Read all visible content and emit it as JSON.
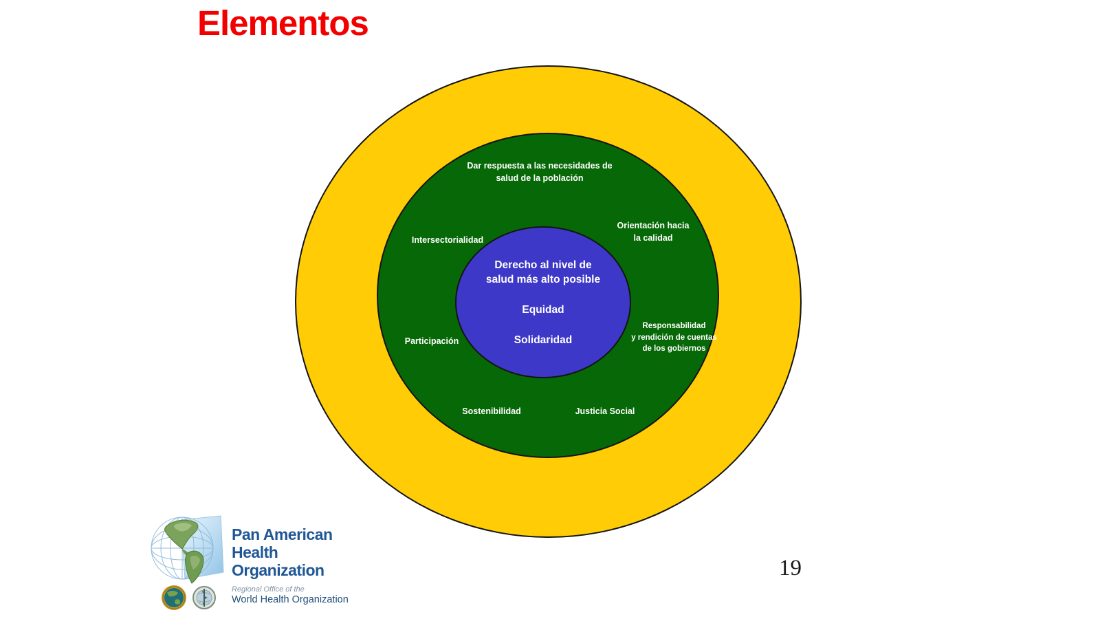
{
  "slide": {
    "title": "Elementos",
    "page_number": "19"
  },
  "colors": {
    "title_red": "#f20000",
    "outer_ring_yellow": "#ffcc05",
    "middle_ring_green": "#076807",
    "inner_circle_blue": "#3d38c7",
    "circle_outline": "#141414",
    "label_text": "#ffffff",
    "logo_org_blue": "#1f5796",
    "logo_who_blue": "#1f4e79"
  },
  "diagram": {
    "inner_circle": {
      "line1": "Derecho al nivel de\nsalud más alto posible",
      "line2": "Equidad",
      "line3": "Solidaridad"
    },
    "middle_ring_labels": {
      "top": "Dar respuesta a las necesidades de\nsalud de la población",
      "upper_right": "Orientación hacia\nla calidad",
      "upper_left": "Intersectorialidad",
      "left": "Participación",
      "right": "Responsabilidad\ny rendición de cuentas\nde los gobiernos",
      "bottom_left": "Sostenibilidad",
      "bottom_right": "Justicia Social"
    }
  },
  "logo": {
    "org_name": "Pan American\nHealth\nOrganization",
    "regional_office": "Regional Office of the",
    "who_name": "World Health Organization"
  }
}
